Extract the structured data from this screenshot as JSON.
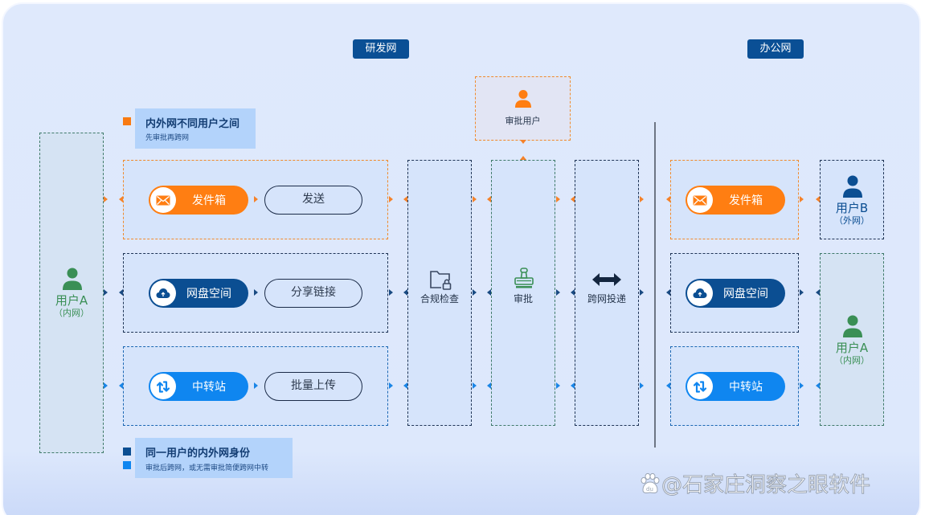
{
  "colors": {
    "orange": "#ff7e12",
    "navy": "#0b4e92",
    "blue": "#0f86f0",
    "green": "#3a8f55",
    "tag_bg": "#0a4f95",
    "legend_bg": "#b3d3fb"
  },
  "network_tags": {
    "rd": "研发网",
    "office": "办公网"
  },
  "legend_top": {
    "title": "内外网不同用户之间",
    "subtitle": "先审批再跨网"
  },
  "legend_bottom": {
    "title": "同一用户的内外网身份",
    "subtitle": "审批后跨网，或无需审批简便跨网中转"
  },
  "approver": {
    "icon": "user-icon",
    "label": "审批用户"
  },
  "left_user": {
    "icon": "user-icon",
    "name": "用户A",
    "sub": "（内网）"
  },
  "right_users": [
    {
      "icon": "user-icon",
      "name": "用户B",
      "sub": "（外网）"
    },
    {
      "icon": "user-icon",
      "name": "用户A",
      "sub": "（内网）"
    }
  ],
  "left_rows": [
    {
      "icon": "mail-icon",
      "label": "发件箱",
      "action": "发送"
    },
    {
      "icon": "cloud-upload-icon",
      "label": "网盘空间",
      "action": "分享链接"
    },
    {
      "icon": "transfer-icon",
      "label": "中转站",
      "action": "批量上传"
    }
  ],
  "right_rows": [
    {
      "icon": "mail-icon",
      "label": "发件箱"
    },
    {
      "icon": "cloud-upload-icon",
      "label": "网盘空间"
    },
    {
      "icon": "transfer-icon",
      "label": "中转站"
    }
  ],
  "stages": [
    {
      "icon": "folder-lock-icon",
      "label": "合规检查"
    },
    {
      "icon": "stamp-icon",
      "label": "审批"
    },
    {
      "icon": "double-arrow-icon",
      "label": "跨网投递"
    }
  ],
  "watermark": "@石家庄洞察之眼软件"
}
